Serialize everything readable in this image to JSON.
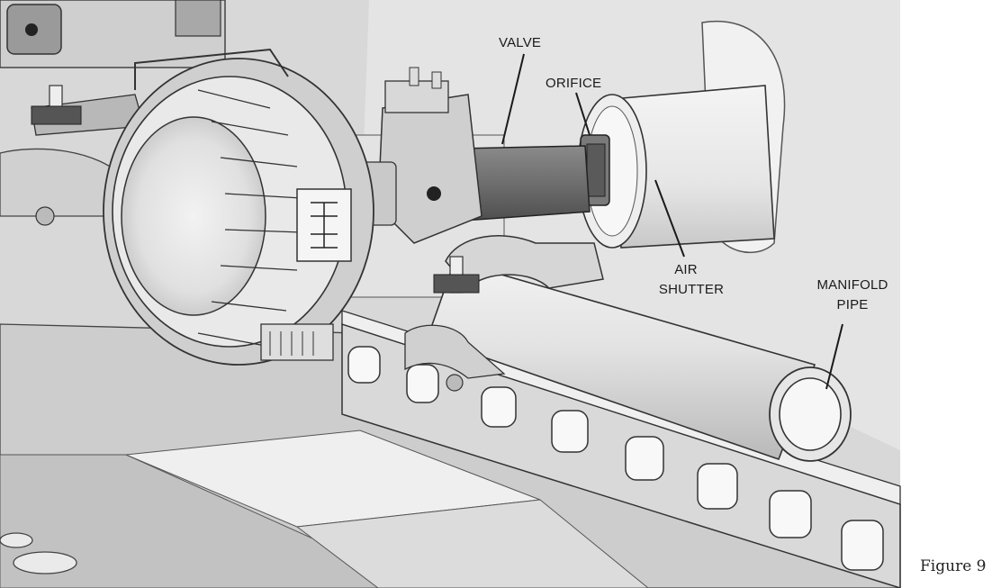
{
  "labels": {
    "valve": "VALVE",
    "orifice": "ORIFICE",
    "air_shutter_line1": "AIR",
    "air_shutter_line2": "SHUTTER",
    "manifold_line1": "MANIFOLD",
    "manifold_line2": "PIPE"
  },
  "caption": "Figure 9",
  "knob_icon": "flame-symbol-icon"
}
